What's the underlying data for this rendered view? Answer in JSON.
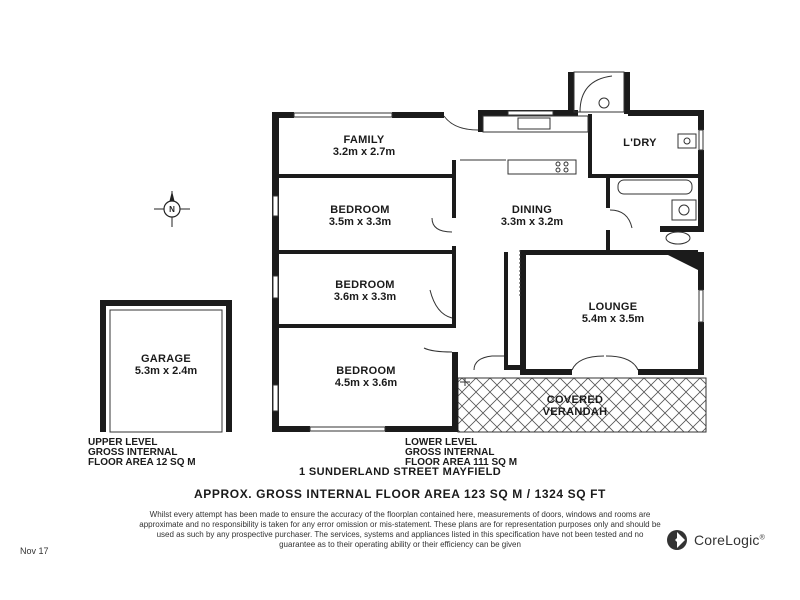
{
  "rooms": {
    "family": {
      "name": "FAMILY",
      "dims": "3.2m x 2.7m"
    },
    "bedroom1": {
      "name": "BEDROOM",
      "dims": "3.5m x 3.3m"
    },
    "bedroom2": {
      "name": "BEDROOM",
      "dims": "3.6m x 3.3m"
    },
    "bedroom3": {
      "name": "BEDROOM",
      "dims": "4.5m x 3.6m"
    },
    "dining": {
      "name": "DINING",
      "dims": "3.3m x 3.2m"
    },
    "laundry": {
      "name": "L'DRY"
    },
    "lounge": {
      "name": "LOUNGE",
      "dims": "5.4m x 3.5m"
    },
    "verandah": {
      "line1": "COVERED",
      "line2": "VERANDAH"
    },
    "garage": {
      "name": "GARAGE",
      "dims": "5.3m x 2.4m"
    }
  },
  "compass": {
    "letter": "N"
  },
  "upper_level": {
    "line1": "UPPER LEVEL",
    "line2": "GROSS INTERNAL",
    "line3": "FLOOR AREA 12 SQ M"
  },
  "lower_level": {
    "line1": "LOWER LEVEL",
    "line2": "GROSS INTERNAL",
    "line3": "FLOOR AREA 111 SQ M"
  },
  "address": "1 SUNDERLAND STREET MAYFIELD",
  "approx_area": "APPROX. GROSS INTERNAL FLOOR AREA 123 SQ M / 1324 SQ FT",
  "disclaimer": {
    "line1": "Whilst every attempt has been made to ensure the accuracy of the floorplan contained here, measurements of doors, windows and rooms are",
    "line2": "approximate and no responsibility is taken for any error omission or mis-statement. These plans are for representation purposes only and should be",
    "line3": "used as such by any prospective purchaser. The services, systems and appliances listed in this specification have not been tested and no",
    "line4": "guarantee as to their operating ability or their efficiency can be given"
  },
  "date": "Nov 17",
  "brand": {
    "name": "CoreLogic",
    "mark": "®",
    "logo_color": "#333333"
  },
  "colors": {
    "wall": "#1b1b1b",
    "line": "#333333"
  }
}
